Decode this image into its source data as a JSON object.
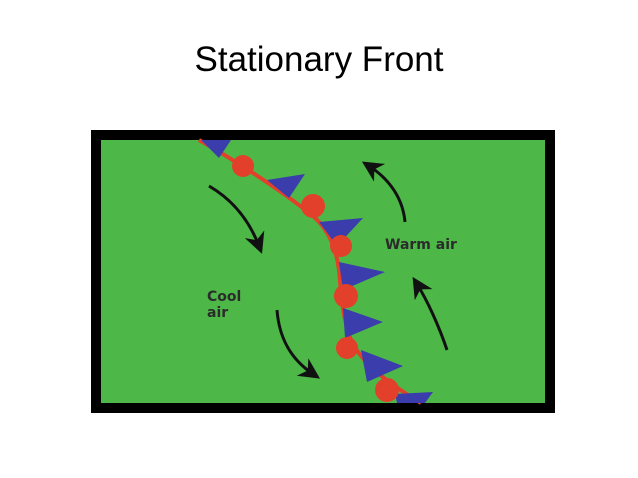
{
  "slide": {
    "title": "Stationary Front"
  },
  "diagram": {
    "labels": {
      "warm_air": "Warm air",
      "cool_air_line1": "Cool",
      "cool_air_line2": "air"
    },
    "colors": {
      "background": "#4db848",
      "frame": "#000000",
      "cold_front_triangles": "#3a3dab",
      "warm_front_semicircles": "#e2402a",
      "text": "#2b2b2b",
      "arrows": "#111111"
    }
  }
}
